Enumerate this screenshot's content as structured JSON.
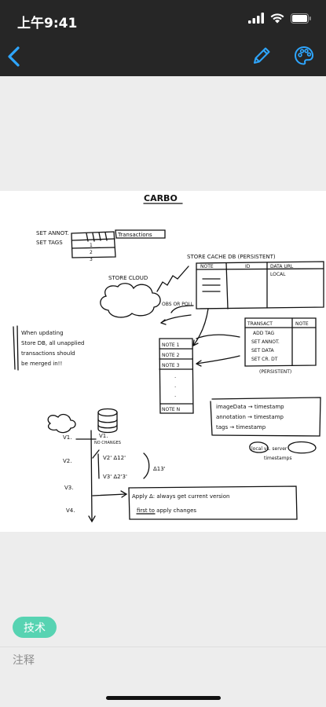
{
  "status_bar": {
    "time": "上午9:41"
  },
  "navigation": {
    "back_label": "Back",
    "edit_label": "Edit",
    "palette_label": "Color palette"
  },
  "sketch": {
    "title": "CARBO",
    "set_annot": "SET ANNOT.",
    "set_tags": "SET TAGS",
    "transactions": "Transactions",
    "store_cache": "STORE CACHE DB (PERSISTENT)",
    "store_cloud": "STORE CLOUD",
    "col_note": "NOTE",
    "col_id": "ID",
    "col_data_url": "DATA URL",
    "col_local": "LOCAL",
    "obs_or_poll": "OBS OR POLL",
    "when_updating_1": "When updating",
    "when_updating_2": "Store DB, all unapplied",
    "when_updating_3": "transactions should",
    "when_updating_4": "be merged in!!",
    "note_1": "NOTE 1",
    "note_2": "NOTE 2",
    "note_3": "NOTE 3",
    "note_n": "NOTE N",
    "transact": "TRANSACT",
    "note_col": "NOTE",
    "add_tag": "ADD TAG",
    "set_annot2": "SET ANNOT.",
    "set_data": "SET DATA",
    "set_cr_dt": "SET CR. DT",
    "persistent": "(PERSISTENT)",
    "imagedata": "imageData → timestamp",
    "annotation": "annotation → timestamp",
    "tags": "tags → timestamp",
    "local_vs_server": "local vs. server",
    "timestamps": "timestamps",
    "v1": "V1.",
    "v1b": "V1.",
    "no_changes": "NO CHANGES",
    "v2": "V2.",
    "v2p": "V2' Δ12'",
    "v3": "V3.",
    "v3p": "V3' Δ2'3'",
    "delta13": "Δ13'",
    "v4": "V4.",
    "apply_1": "Apply Δ: always get current version",
    "apply_2": "first to apply changes"
  },
  "tag_chip": "技术",
  "note_placeholder": "注释"
}
